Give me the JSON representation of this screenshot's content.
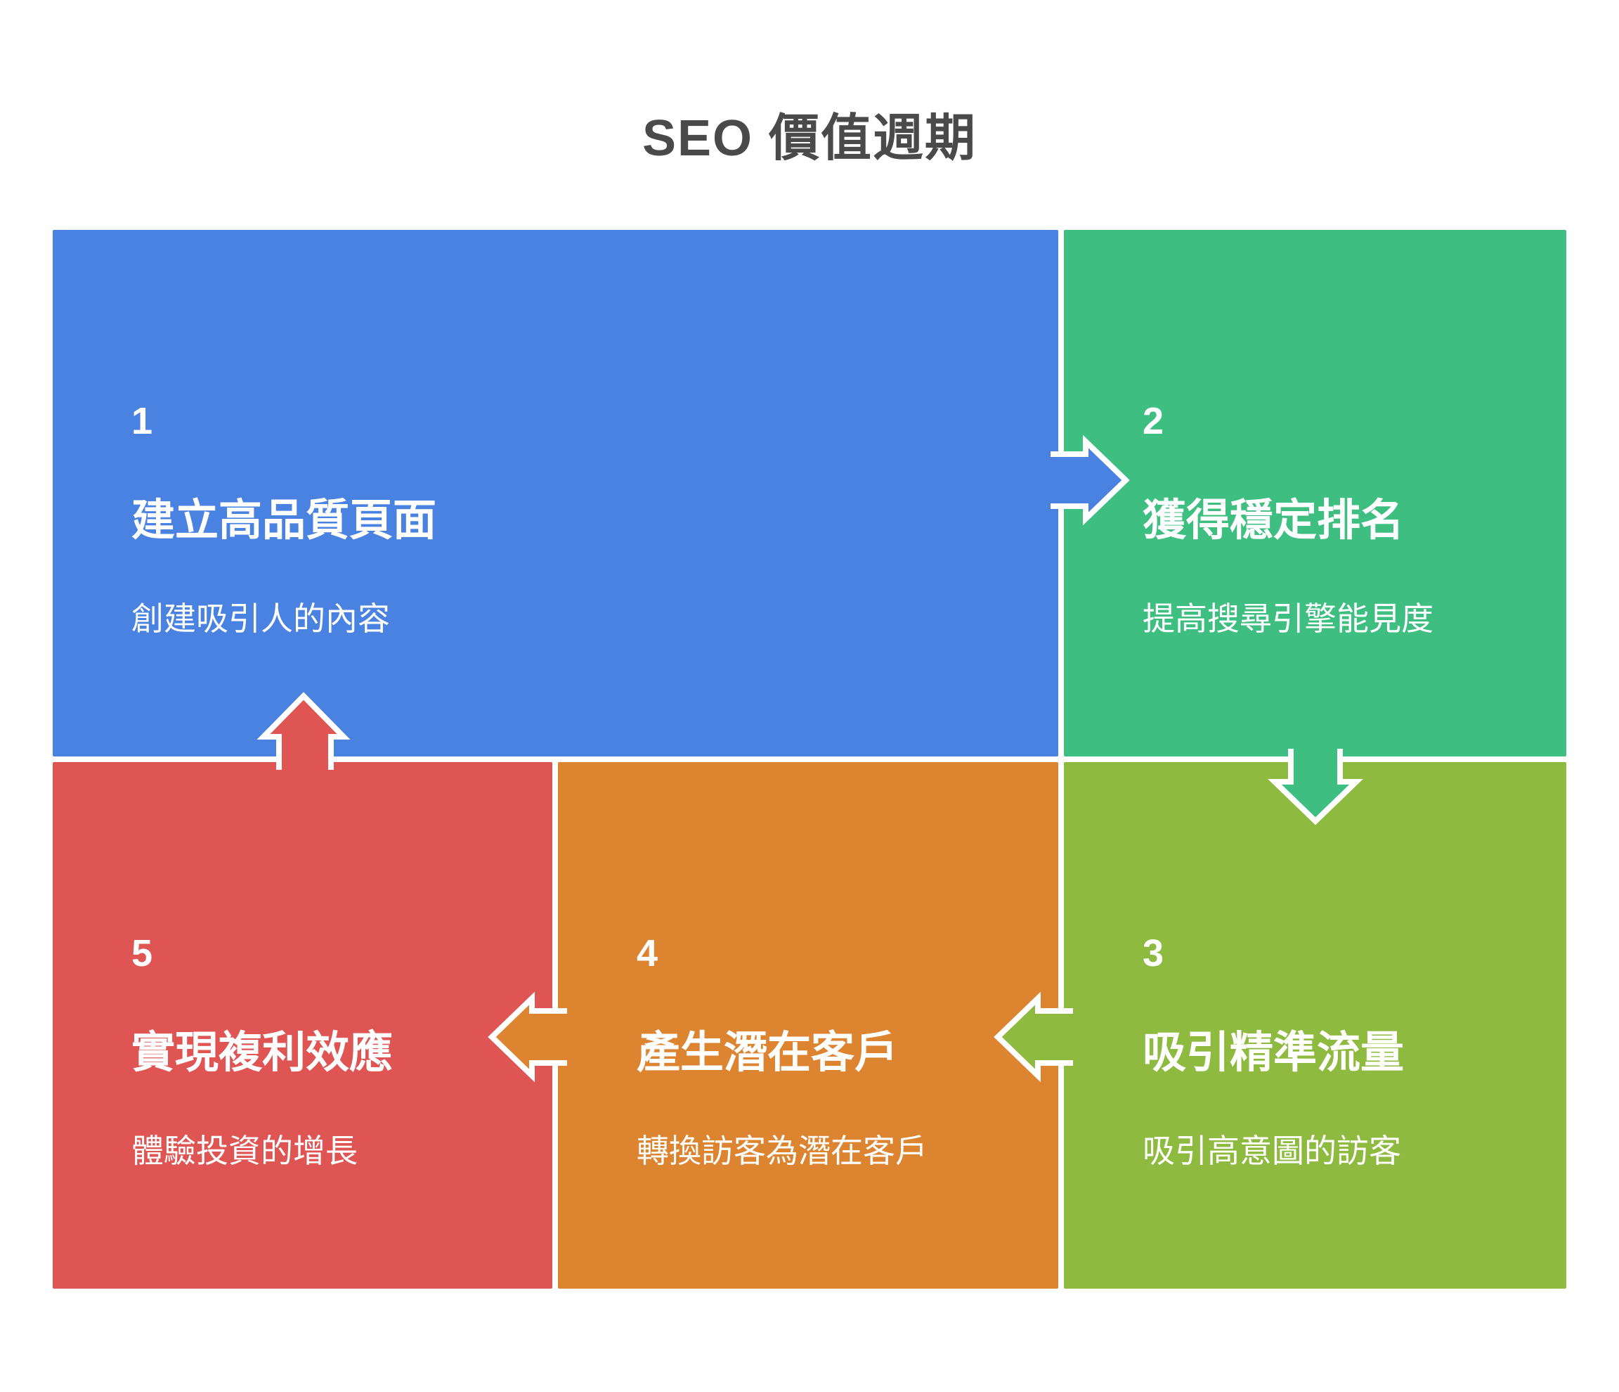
{
  "title": "SEO 價值週期",
  "title_color": "#4a4a4a",
  "steps": [
    {
      "number": "1",
      "heading": "建立高品質頁面",
      "subtitle": "創建吸引人的內容",
      "color": "#4a82e1"
    },
    {
      "number": "2",
      "heading": "獲得穩定排名",
      "subtitle": "提高搜尋引擎能見度",
      "color": "#3ebf81"
    },
    {
      "number": "3",
      "heading": "吸引精準流量",
      "subtitle": "吸引高意圖的訪客",
      "color": "#8dba3f"
    },
    {
      "number": "4",
      "heading": "產生潛在客戶",
      "subtitle": "轉換訪客為潛在客戶",
      "color": "#dd8431"
    },
    {
      "number": "5",
      "heading": "實現複利效應",
      "subtitle": "體驗投資的增長",
      "color": "#de5553"
    }
  ],
  "arrows": [
    {
      "from": "1",
      "to": "2",
      "direction": "right"
    },
    {
      "from": "2",
      "to": "3",
      "direction": "down"
    },
    {
      "from": "3",
      "to": "4",
      "direction": "left"
    },
    {
      "from": "4",
      "to": "5",
      "direction": "left"
    },
    {
      "from": "5",
      "to": "1",
      "direction": "up"
    }
  ]
}
